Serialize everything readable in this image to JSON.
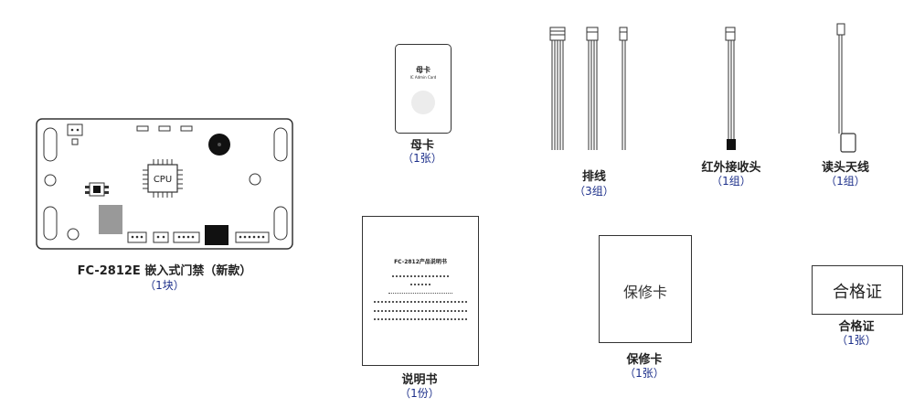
{
  "items": {
    "board": {
      "label": "FC-2812E 嵌入式门禁（新款）",
      "qty": "（1块）",
      "chip_text": "CPU"
    },
    "master_card": {
      "label": "母卡",
      "qty": "（1张）",
      "card_title": "母卡",
      "card_subtitle": "IC Admin Card"
    },
    "cables": {
      "label": "排线",
      "qty": "（3组）"
    },
    "ir_receiver": {
      "label": "红外接收头",
      "qty": "（1组）"
    },
    "antenna": {
      "label": "读头天线",
      "qty": "（1组）"
    },
    "manual": {
      "label": "说明书",
      "qty": "（1份）",
      "doc_title": "FC-2812产品说明书"
    },
    "warranty": {
      "label": "保修卡",
      "qty": "（1张）",
      "card_text": "保修卡"
    },
    "certificate": {
      "label": "合格证",
      "qty": "（1张）",
      "card_text": "合格证"
    }
  }
}
